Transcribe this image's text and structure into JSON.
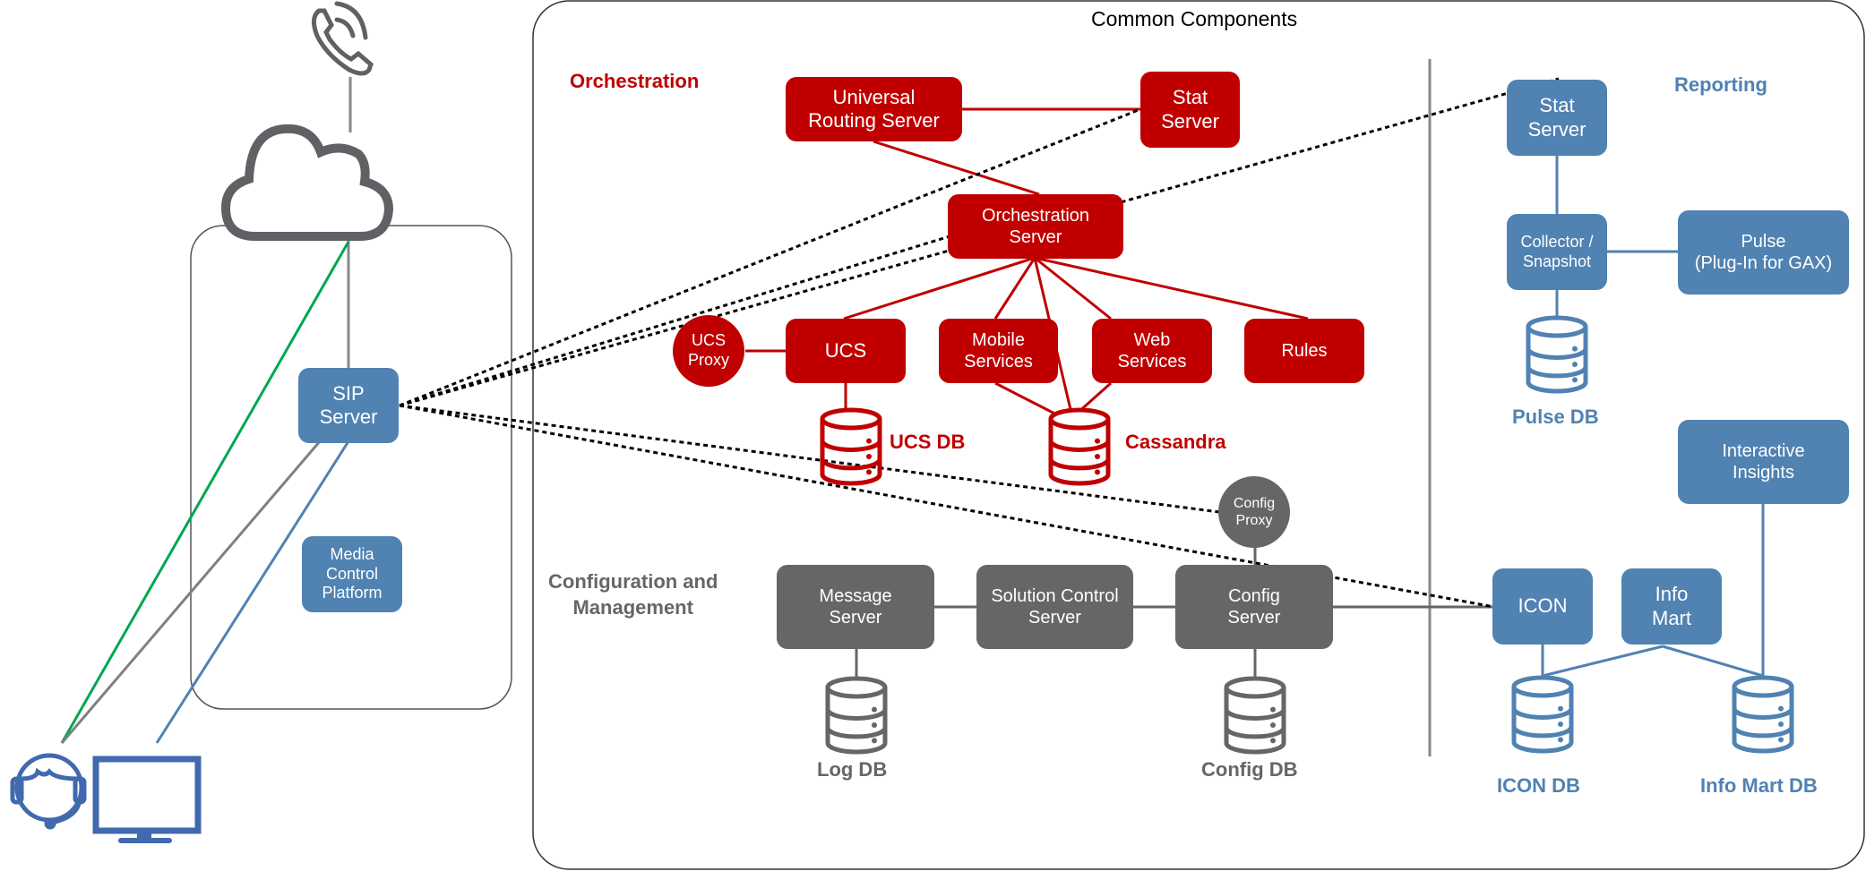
{
  "title": "Common Components",
  "sections": {
    "orchestration": "Orchestration",
    "configuration": "Configuration and\nManagement",
    "reporting": "Reporting"
  },
  "colors": {
    "orchestration": "#c00000",
    "configuration": "#666666",
    "reporting": "#5082b2",
    "agent_icon": "#4169ae",
    "link_green": "#00a651",
    "link_gray": "#808080",
    "link_blue": "#5082b2",
    "dotted": "#000000"
  },
  "left": {
    "sip_server": "SIP\nServer",
    "media_control_platform": "Media\nControl\nPlatform",
    "icons": [
      "phone-icon",
      "cloud-icon",
      "agent-headset-icon",
      "monitor-icon"
    ]
  },
  "orchestration": {
    "urs": "Universal\nRouting Server",
    "stat_server": "Stat\nServer",
    "orchestration_server": "Orchestration\nServer",
    "ucs_proxy": "UCS\nProxy",
    "ucs": "UCS",
    "mobile_services": "Mobile\nServices",
    "web_services": "Web\nServices",
    "rules": "Rules",
    "ucs_db": "UCS DB",
    "cassandra": "Cassandra"
  },
  "configuration": {
    "config_proxy": "Config\nProxy",
    "message_server": "Message\nServer",
    "solution_control_server": "Solution Control\nServer",
    "config_server": "Config\nServer",
    "log_db": "Log DB",
    "config_db": "Config DB"
  },
  "reporting": {
    "stat_server": "Stat\nServer",
    "collector_snapshot": "Collector /\nSnapshot",
    "pulse": "Pulse\n(Plug-In for GAX)",
    "pulse_db": "Pulse DB",
    "interactive_insights": "Interactive\nInsights",
    "icon": "ICON",
    "info_mart": "Info\nMart",
    "icon_db": "ICON DB",
    "info_mart_db": "Info Mart DB"
  }
}
